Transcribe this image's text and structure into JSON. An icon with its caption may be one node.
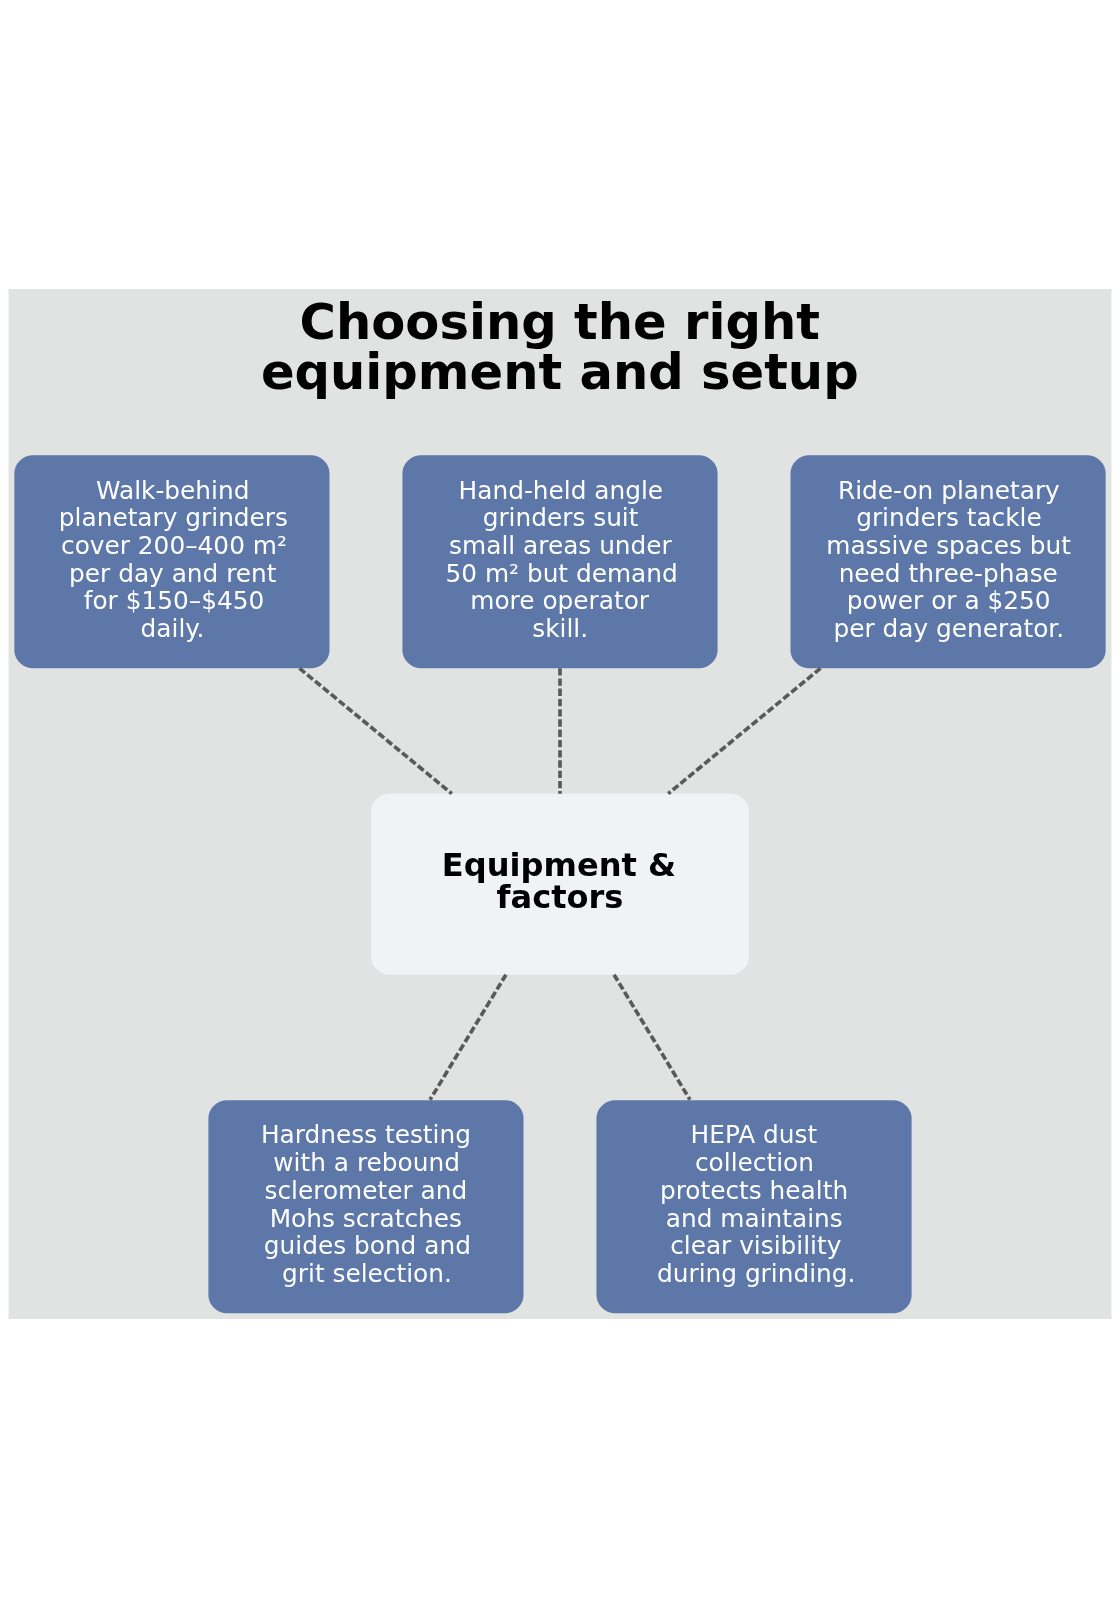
{
  "diagram": {
    "title": "Choosing the right equipment and setup",
    "nodes": [
      {
        "text": [
          "Walk-behind planetary grinders cover 200–400 m² per day and rent for $150–$450 daily."
        ]
      },
      {
        "text": [
          "Hand-held angle grinders suit small areas under 50 m² but demand more operator skill."
        ]
      },
      {
        "text": [
          "Ride-on planetary grinders tackle massive spaces but need three-phase power or a $250 per day generator."
        ]
      },
      {
        "text": [
          "Equipment & factors"
        ]
      },
      {
        "text": [
          "Hardness testing with a rebound sclerometer and Mohs scratches guides bond and grit selection."
        ]
      },
      {
        "text": [
          "HEPA dust collection protects health and maintains clear visibility during grinding."
        ]
      }
    ],
    "edges": [
      {
        "from": 0,
        "to": 3,
        "arrow": "none",
        "style": "dashed"
      },
      {
        "from": 1,
        "to": 3,
        "arrow": "none",
        "style": "dashed"
      },
      {
        "from": 2,
        "to": 3,
        "arrow": "none",
        "style": "dashed"
      },
      {
        "from": 3,
        "to": 4,
        "arrow": "none",
        "style": "dashed"
      },
      {
        "from": 3,
        "to": 5,
        "arrow": "none",
        "style": "dashed"
      }
    ]
  }
}
